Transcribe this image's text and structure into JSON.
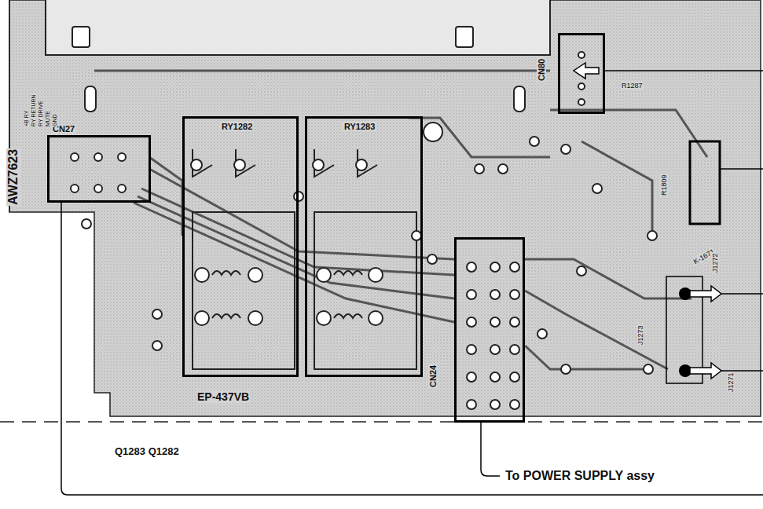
{
  "diagram": {
    "nodes": [
      {
        "text": [
          "CN27"
        ]
      },
      {
        "text": [
          "RY1282"
        ]
      },
      {
        "text": [
          "RY1283"
        ]
      },
      {
        "text": [
          "CN24"
        ]
      },
      {
        "text": [
          "CN80"
        ]
      }
    ],
    "labels": [
      "AWZ7623",
      "+B RY",
      "RY RETURN",
      "RY DRIVE",
      "MUTE",
      "GND",
      "R1287",
      "K-1671",
      "J1272",
      "J1273",
      "J1271",
      "R1809",
      "EP-437VB",
      "Q1283 Q1282",
      "To POWER SUPPLY assy"
    ]
  }
}
